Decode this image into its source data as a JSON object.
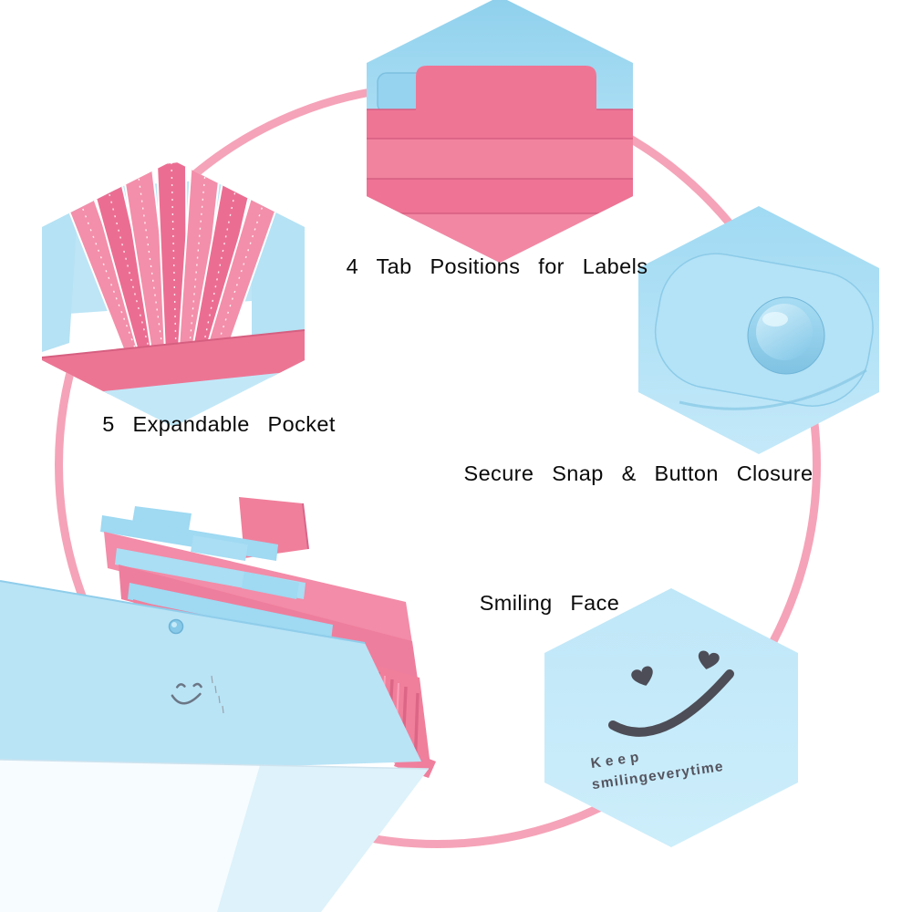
{
  "colors": {
    "ring_pink": "#f5a3b8",
    "folder_pink": "#f07f9b",
    "folder_blue": "#aadef4",
    "smiley_ink": "#4d4d57",
    "label_text": "#0a0a0a"
  },
  "callouts": {
    "tab_positions": {
      "label": "4 Tab Positions for Labels"
    },
    "expandable_pocket": {
      "label": "5 Expandable Pocket"
    },
    "closure": {
      "label": "Secure Snap & Button Closure"
    },
    "smiling_face": {
      "label": "Smiling Face"
    }
  },
  "smiley": {
    "line1": "Keep",
    "line2": "smilingeverytime"
  }
}
